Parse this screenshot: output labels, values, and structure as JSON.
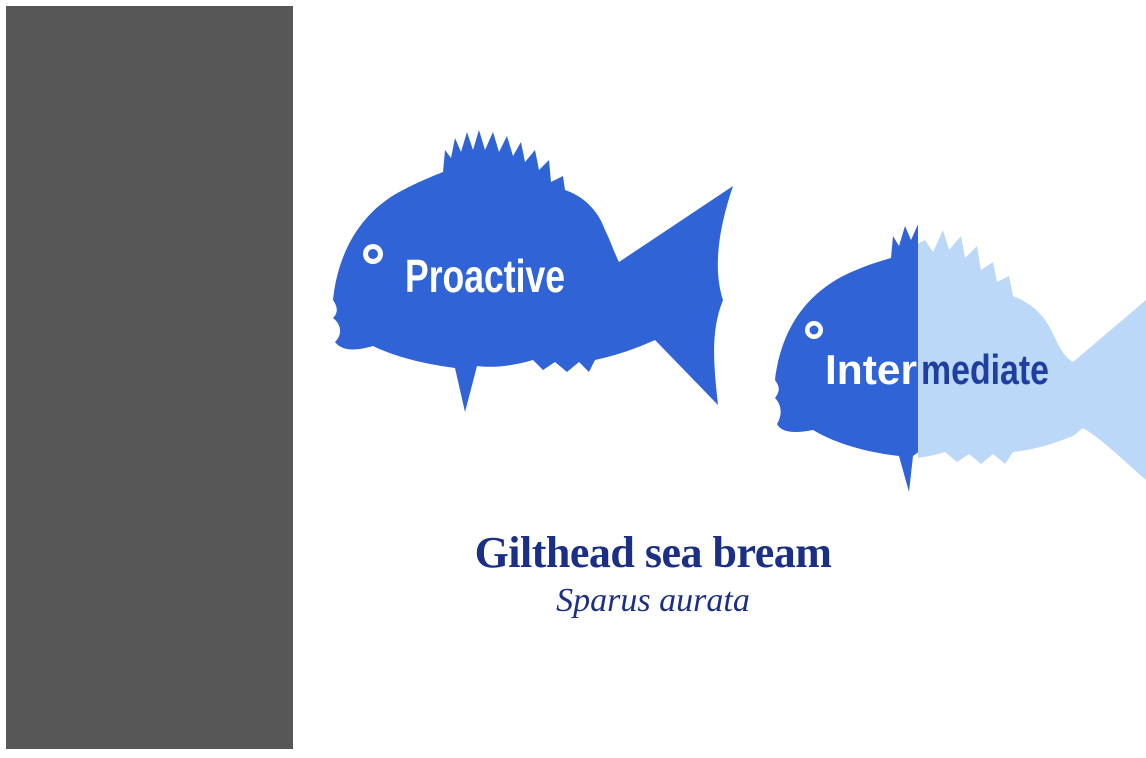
{
  "figure": {
    "fish": [
      {
        "label": "Proactive",
        "color": "#2f63d6"
      },
      {
        "label_part1": "Inter",
        "label_part2": "mediate",
        "color_dark": "#2f63d6",
        "color_light": "#bcd8f8"
      }
    ],
    "caption": {
      "common_name": "Gilthead sea bream",
      "scientific_name": "Sparus aurata"
    },
    "colors": {
      "panel": "#575757",
      "caption_text": "#1b2f86",
      "label_text_dark": "#1e3fa0",
      "label_text_light": "#ffffff"
    }
  }
}
